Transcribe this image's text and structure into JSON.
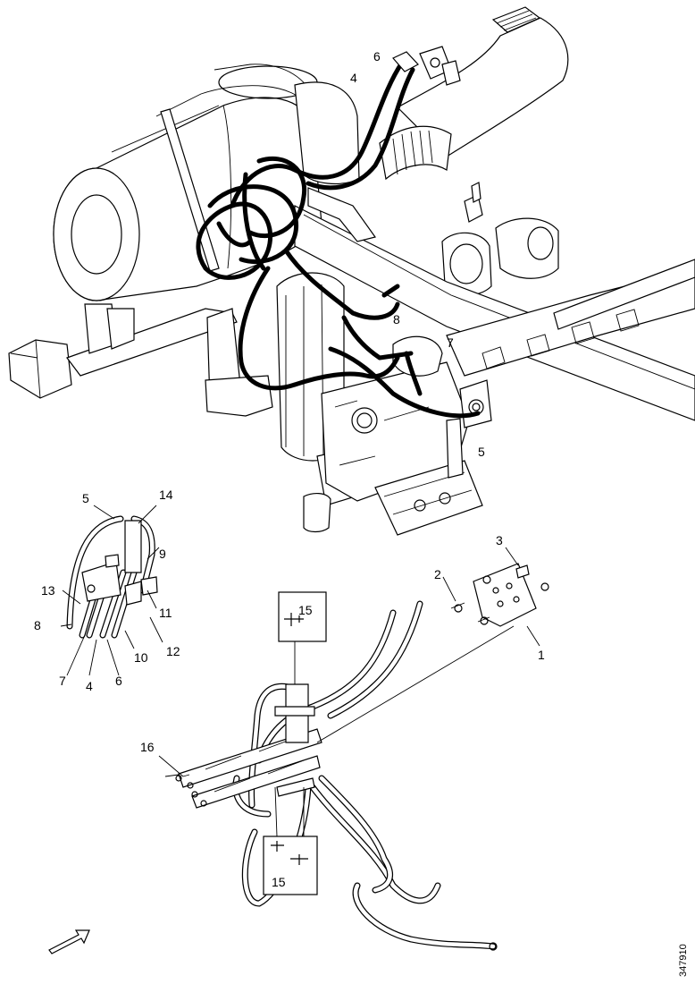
{
  "figure": {
    "reference_number": "347910",
    "callouts": {
      "c1": "1",
      "c2": "2",
      "c3": "3",
      "c4_top": "4",
      "c5_top": "5",
      "c6_top": "6",
      "c7_top": "7",
      "c8_top": "8",
      "c5_inset": "5",
      "c14": "14",
      "c9": "9",
      "c13": "13",
      "c11": "11",
      "c8_inset": "8",
      "c12": "12",
      "c10": "10",
      "c7_inset": "7",
      "c4_inset": "4",
      "c6_inset": "6",
      "c16": "16",
      "c15_upper": "15",
      "c15_lower": "15"
    }
  },
  "icons": {
    "direction_arrow": "front-direction-arrow-icon"
  }
}
